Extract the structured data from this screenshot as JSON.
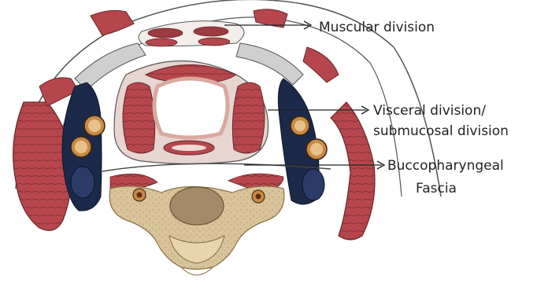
{
  "labels": {
    "muscular": "Muscular division",
    "visceral_line1": "Visceral division/",
    "visceral_line2": "submucosal division",
    "bucco_line1": "Buccopharyngeal",
    "bucco_line2": "Fascia"
  },
  "colors": {
    "muscle": "#b5474c",
    "muscle_dark": "#7a2a2c",
    "muscle_light": "#d98a84",
    "fascia_outline": "#444444",
    "bone": "#d9c39a",
    "bone_dark": "#8a7048",
    "vessel_blue": "#1b2a4a",
    "vessel_orange": "#c98a45",
    "airway": "#ffffff"
  }
}
